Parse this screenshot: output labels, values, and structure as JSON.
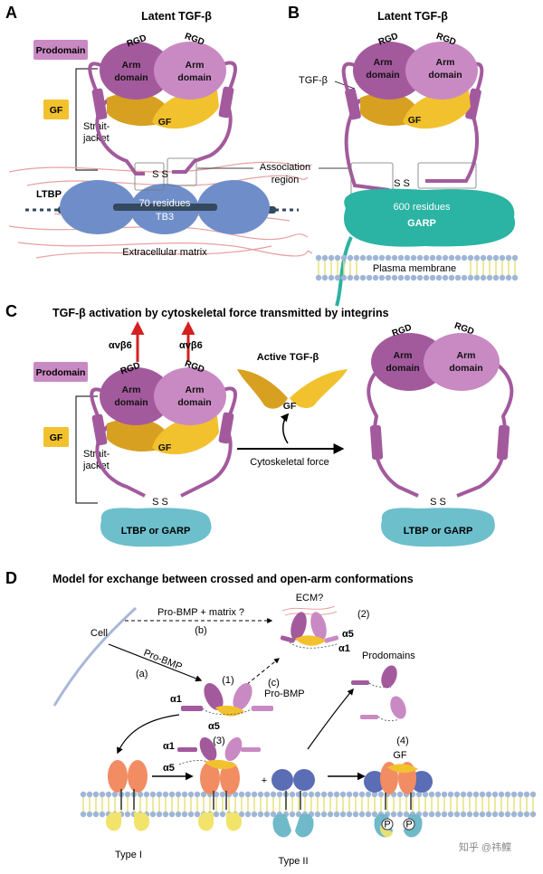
{
  "colors": {
    "prodomain": "#c98ac3",
    "prodomain_dark": "#a35a9d",
    "gf": "#f2c12e",
    "gf_dark": "#d8a020",
    "ltbp": "#6f8ec9",
    "garp": "#2bb3a3",
    "ltbp_or_garp": "#6dbfcc",
    "membrane_head": "#9fb6d6",
    "membrane_tail": "#e8e07a",
    "ecm_fiber": "#e8a0a0",
    "arrow_red": "#d42020",
    "type1": "#f28c63",
    "type2": "#5a6db5",
    "type_intracellular_1": "#f2e36a",
    "type_intracellular_2": "#6fb9c9"
  },
  "panel_a": {
    "letter": "A",
    "title": "Latent TGF-β",
    "legend_prodomain": "Prodomain",
    "legend_gf": "GF",
    "rgd": "RGD",
    "arm_top": "Arm",
    "arm_bottom": "domain",
    "gf": "GF",
    "straitjacket_1": "Strait-",
    "straitjacket_2": "jacket",
    "ss": "S S",
    "ltbp": "LTBP",
    "residues": "70 residues",
    "tb3": "TB3",
    "matrix": "Extracellular matrix"
  },
  "association": {
    "line1": "Association",
    "line2": "region"
  },
  "panel_b": {
    "letter": "B",
    "title": "Latent TGF-β",
    "tgfb": "TGF-β",
    "rgd": "RGD",
    "arm_top": "Arm",
    "arm_bottom": "domain",
    "gf": "GF",
    "ss": "S S",
    "residues": "600 residues",
    "garp": "GARP",
    "membrane": "Plasma membrane"
  },
  "panel_c": {
    "letter": "C",
    "title": "TGF-β activation by cytoskeletal  force transmitted by integrins",
    "integrin": "αvβ6",
    "rgd": "RGD",
    "legend_prodomain": "Prodomain",
    "legend_gf": "GF",
    "arm_top": "Arm",
    "arm_bottom": "domain",
    "gf": "GF",
    "straitjacket_1": "Strait-",
    "straitjacket_2": "jacket",
    "ss": "S S",
    "ltbp_or_garp": "LTBP or GARP",
    "active": "Active TGF-β",
    "force": "Cytoskeletal force"
  },
  "panel_d": {
    "letter": "D",
    "title": "Model for exchange between crossed and open-arm conformations",
    "cell": "Cell",
    "probmp_matrix": "Pro-BMP + matrix ?",
    "b": "(b)",
    "probmp": "Pro-BMP",
    "a": "(a)",
    "ecm": "ECM?",
    "two": "(2)",
    "alpha5": "α5",
    "alpha1": "α1",
    "c": "(c)",
    "one": "(1)",
    "probmp2": "Pro-BMP",
    "prodomains": "Prodomains",
    "three": "(3)",
    "four": "(4)",
    "gf": "GF",
    "plus": "+",
    "type1": "Type I",
    "type2": "Type II",
    "p": "P"
  },
  "watermark": "知乎 @祎鰈"
}
